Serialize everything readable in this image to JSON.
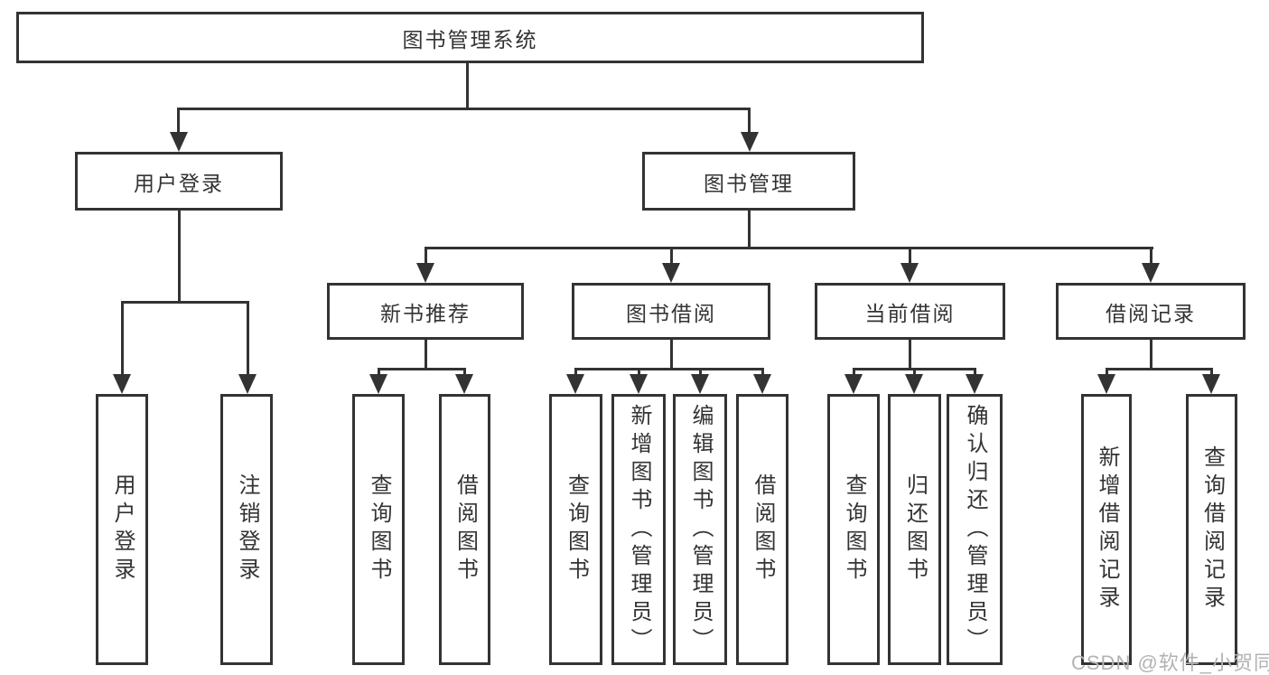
{
  "colors": {
    "line": "#333333",
    "text": "#333333",
    "box_fill": "#ffffff",
    "background": "#ffffff",
    "watermark": "#b3b3b3"
  },
  "watermark": {
    "text": "CSDN @软件_小贺同学"
  },
  "nodes": {
    "root": {
      "label": "图书管理系统"
    },
    "user_login": {
      "label": "用户登录"
    },
    "book_management": {
      "label": "图书管理"
    },
    "new_book_recommend": {
      "label": "新书推荐"
    },
    "book_borrow": {
      "label": "图书借阅"
    },
    "current_borrow": {
      "label": "当前借阅"
    },
    "borrow_record": {
      "label": "借阅记录"
    },
    "leaf_user_login": {
      "label": "用户登录"
    },
    "leaf_logout": {
      "label": "注销登录"
    },
    "leaf_recommend_query_book": {
      "label": "查询图书"
    },
    "leaf_recommend_borrow_book": {
      "label": "借阅图书"
    },
    "leaf_borrow_query_book": {
      "label": "查询图书"
    },
    "leaf_borrow_add_book_admin": {
      "label": "新增图书（管理员）"
    },
    "leaf_borrow_edit_book_admin": {
      "label": "编辑图书（管理员）"
    },
    "leaf_borrow_borrow_book": {
      "label": "借阅图书"
    },
    "leaf_current_query_book": {
      "label": "查询图书"
    },
    "leaf_current_return_book": {
      "label": "归还图书"
    },
    "leaf_current_confirm_return_admin": {
      "label": "确认归还（管理员）"
    },
    "leaf_record_add_record": {
      "label": "新增借阅记录"
    },
    "leaf_record_query_record": {
      "label": "查询借阅记录"
    }
  }
}
